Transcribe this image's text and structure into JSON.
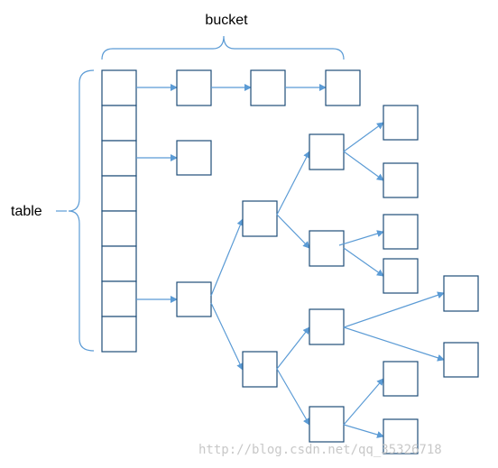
{
  "labels": {
    "bucket": "bucket",
    "table": "table"
  },
  "watermark": "http://blog.csdn.net/qq_35326718",
  "colors": {
    "node_stroke": "#1f4e79",
    "edge": "#5b9bd5",
    "brace": "#5b9bd5",
    "text": "#000000",
    "watermark": "#c8c8c8"
  },
  "table": {
    "slot_count": 8,
    "slots": [
      {
        "index": 0,
        "chain": "linked-list-3"
      },
      {
        "index": 1,
        "chain": "empty"
      },
      {
        "index": 2,
        "chain": "linked-list-1"
      },
      {
        "index": 3,
        "chain": "empty"
      },
      {
        "index": 4,
        "chain": "empty"
      },
      {
        "index": 5,
        "chain": "empty"
      },
      {
        "index": 6,
        "chain": "tree"
      },
      {
        "index": 7,
        "chain": "empty"
      }
    ]
  }
}
